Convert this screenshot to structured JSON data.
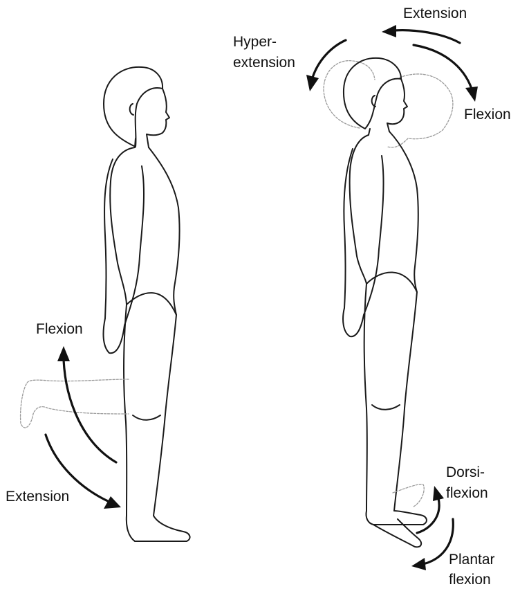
{
  "figures": {
    "left_leg": {
      "flexion_label": "Flexion",
      "extension_label": "Extension"
    },
    "right_head": {
      "extension_label": "Extension",
      "hyperextension_line1": "Hyper-",
      "hyperextension_line2": "extension",
      "flexion_label": "Flexion"
    },
    "right_ankle": {
      "dorsiflexion_line1": "Dorsi-",
      "dorsiflexion_line2": "flexion",
      "plantar_line1": "Plantar",
      "plantar_line2": "flexion"
    }
  }
}
